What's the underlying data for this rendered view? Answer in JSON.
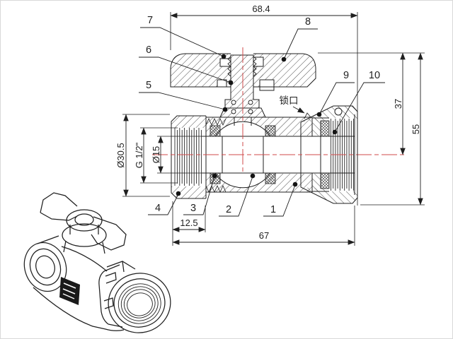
{
  "drawing": {
    "title": "ball-valve-technical-drawing",
    "colors": {
      "line": "#1f1f1f",
      "centerline": "#d14b4b"
    },
    "dims": {
      "overall_width": "68.4",
      "overall_length": "67",
      "thread_length": "12.5",
      "outer_diameter": "Ø30.5",
      "thread_spec": "G 1/2\"",
      "bore_diameter": "Ø15",
      "center_height": "37",
      "overall_height": "55"
    },
    "callouts": {
      "c1": "1",
      "c2": "2",
      "c3": "3",
      "c4": "4",
      "c5": "5",
      "c6": "6",
      "c7": "7",
      "c8": "8",
      "c9": "9",
      "c10": "10"
    },
    "labels": {
      "lock_notch": "锁口"
    }
  }
}
